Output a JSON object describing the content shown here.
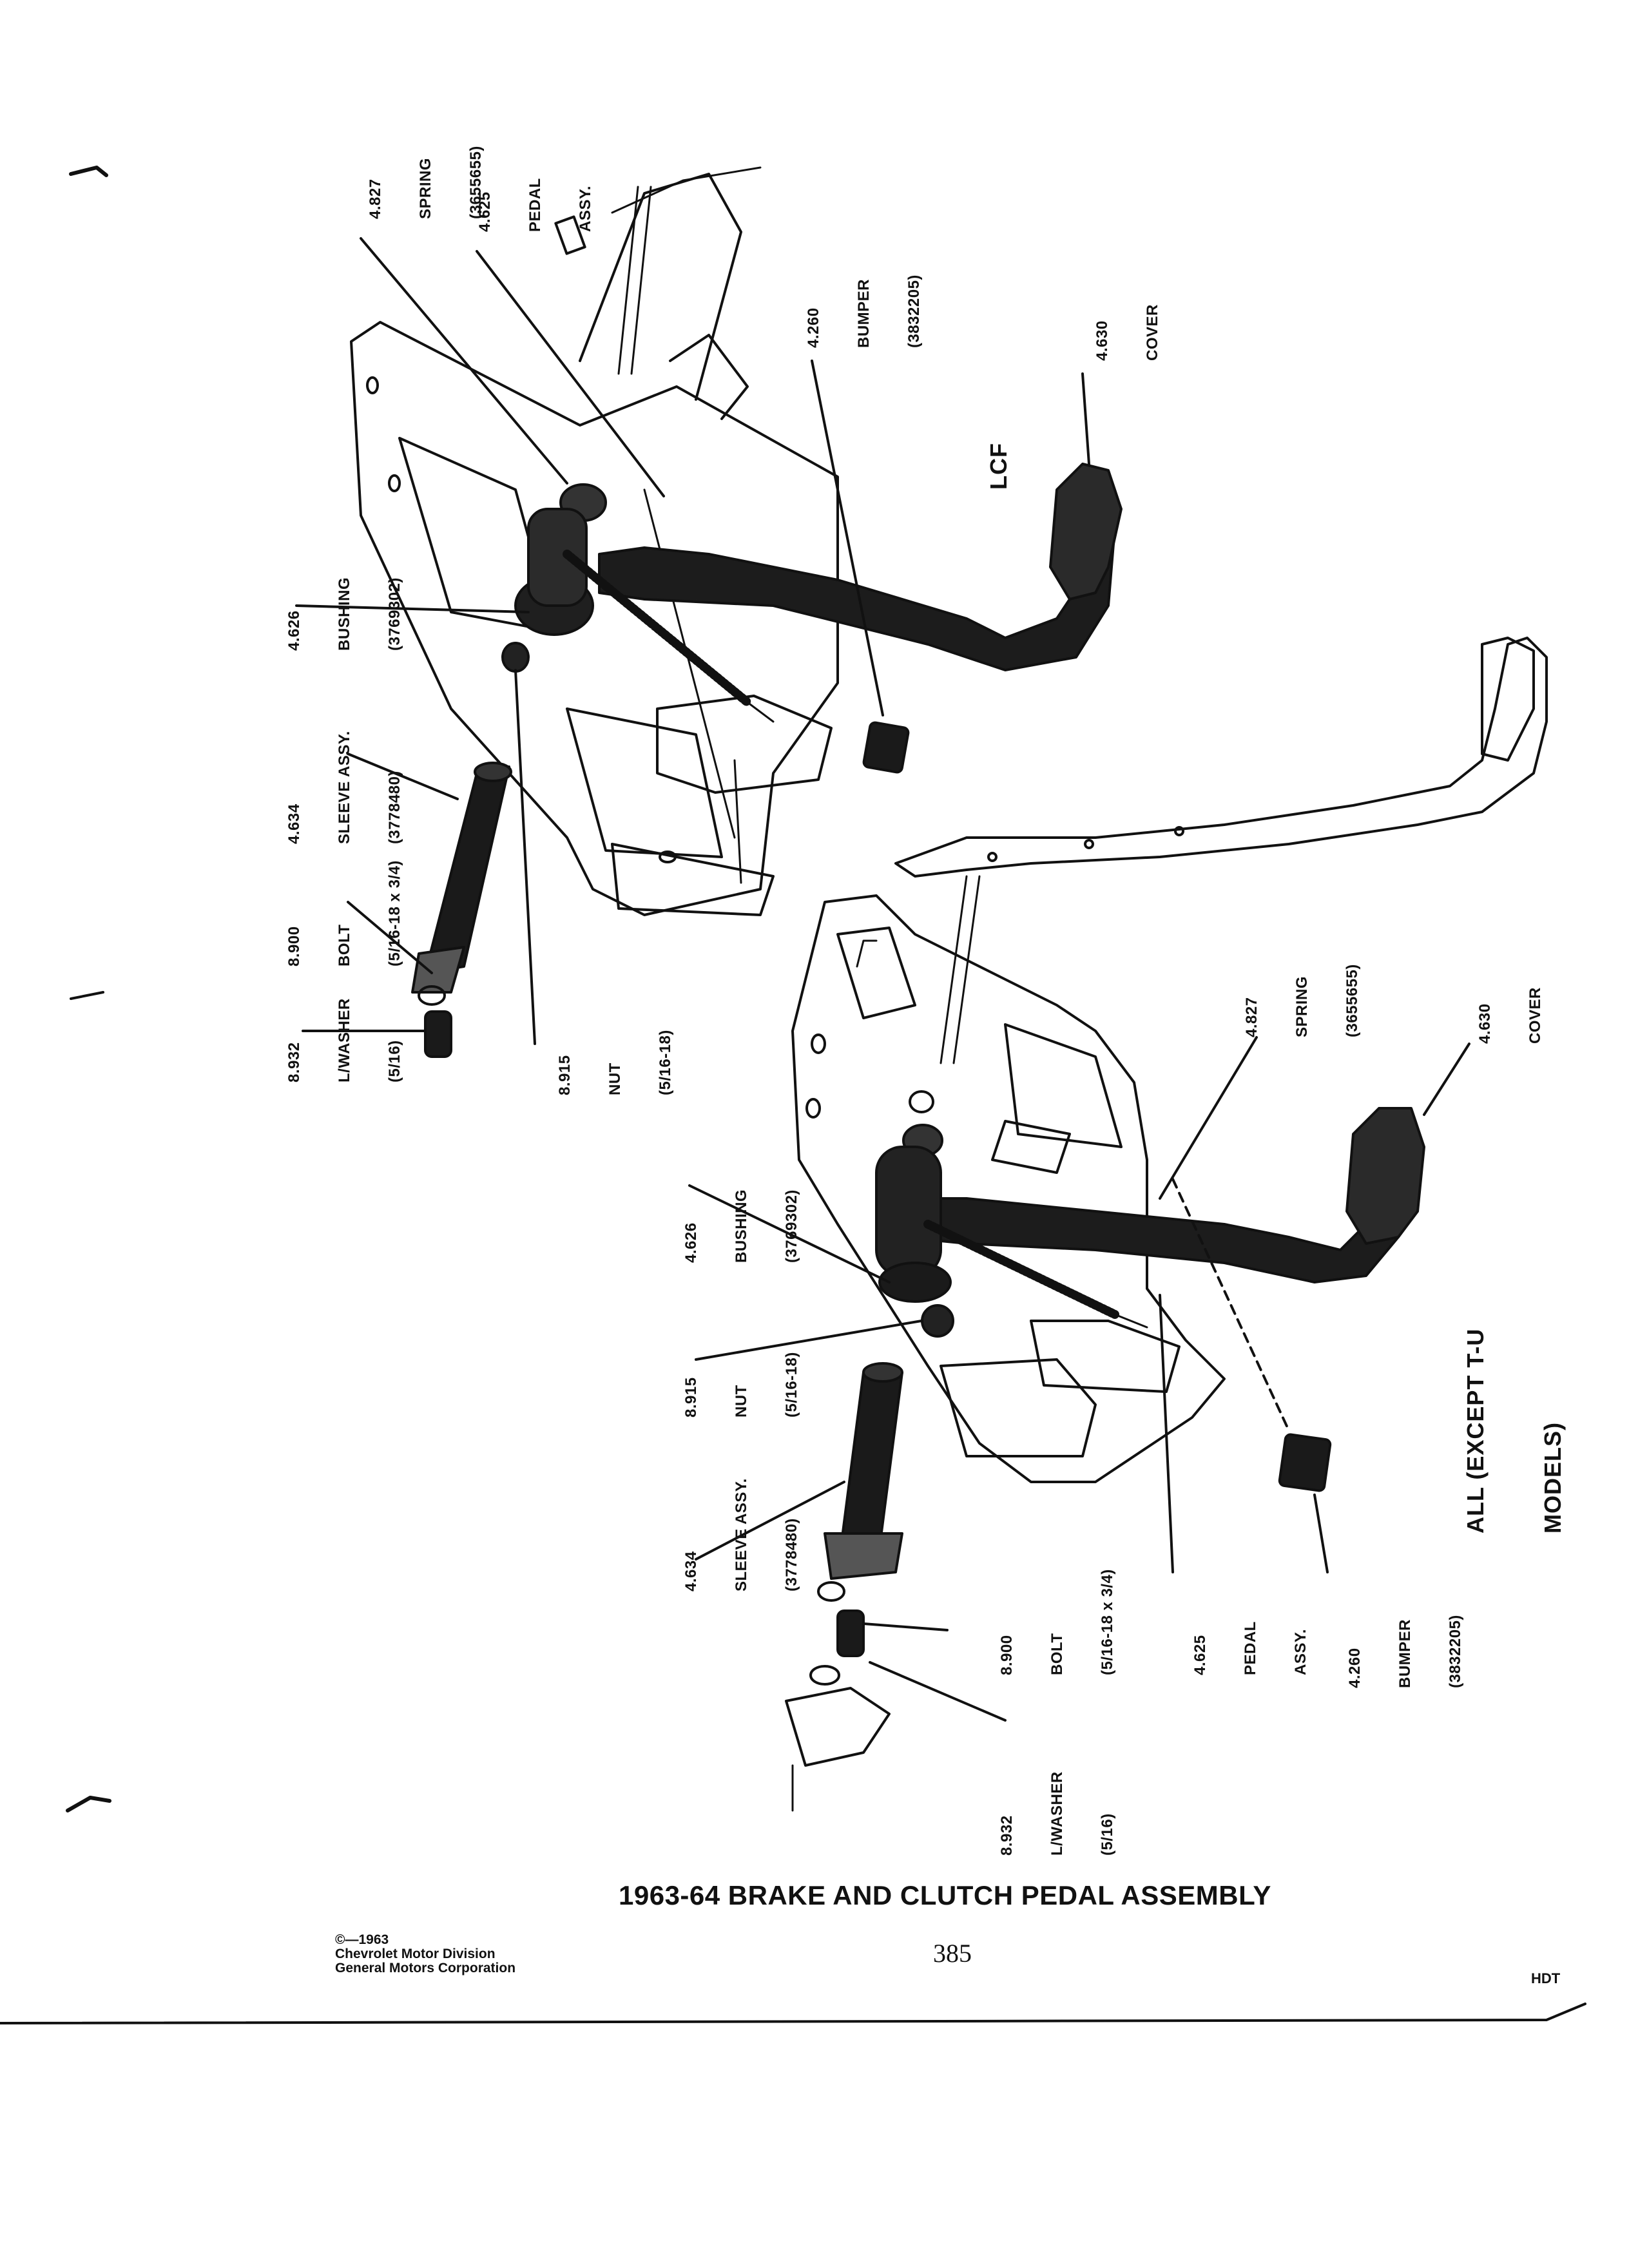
{
  "title": "1963-64 BRAKE AND CLUTCH PEDAL ASSEMBLY",
  "footer": {
    "copyright": "©—1963",
    "division": "Chevrolet Motor Division",
    "corporation": "General Motors Corporation",
    "page_number": "385",
    "code": "HDT"
  },
  "group_labels": {
    "lcf": "LCF",
    "all_line1": "ALL (EXCEPT T-U",
    "all_line2": "MODELS)"
  },
  "callouts": {
    "top_spring": [
      "4.827",
      "SPRING",
      "(3655655)"
    ],
    "top_pedal": [
      "4.625",
      "PEDAL",
      "ASSY."
    ],
    "top_bumper": [
      "4.260",
      "BUMPER",
      "(3832205)"
    ],
    "top_cover": [
      "4.630",
      "COVER"
    ],
    "top_bushing": [
      "4.626",
      "BUSHING",
      "(3769302)"
    ],
    "top_sleeve": [
      "4.634",
      "SLEEVE ASSY.",
      "(3778480)"
    ],
    "top_bolt": [
      "8.900",
      "BOLT",
      "(5/16-18 x 3/4)"
    ],
    "top_washer": [
      "8.932",
      "L/WASHER",
      "(5/16)"
    ],
    "top_nut": [
      "8.915",
      "NUT",
      "(5/16-18)"
    ],
    "bot_spring": [
      "4.827",
      "SPRING",
      "(3655655)"
    ],
    "bot_cover": [
      "4.630",
      "COVER"
    ],
    "bot_bushing": [
      "4.626",
      "BUSHING",
      "(3769302)"
    ],
    "bot_nut": [
      "8.915",
      "NUT",
      "(5/16-18)"
    ],
    "bot_sleeve": [
      "4.634",
      "SLEEVE ASSY.",
      "(3778480)"
    ],
    "bot_bolt": [
      "8.900",
      "BOLT",
      "(5/16-18 x 3/4)"
    ],
    "bot_pedal": [
      "4.625",
      "PEDAL",
      "ASSY."
    ],
    "bot_bumper": [
      "4.260",
      "BUMPER",
      "(3832205)"
    ],
    "bot_washer": [
      "8.932",
      "L/WASHER",
      "(5/16)"
    ]
  }
}
